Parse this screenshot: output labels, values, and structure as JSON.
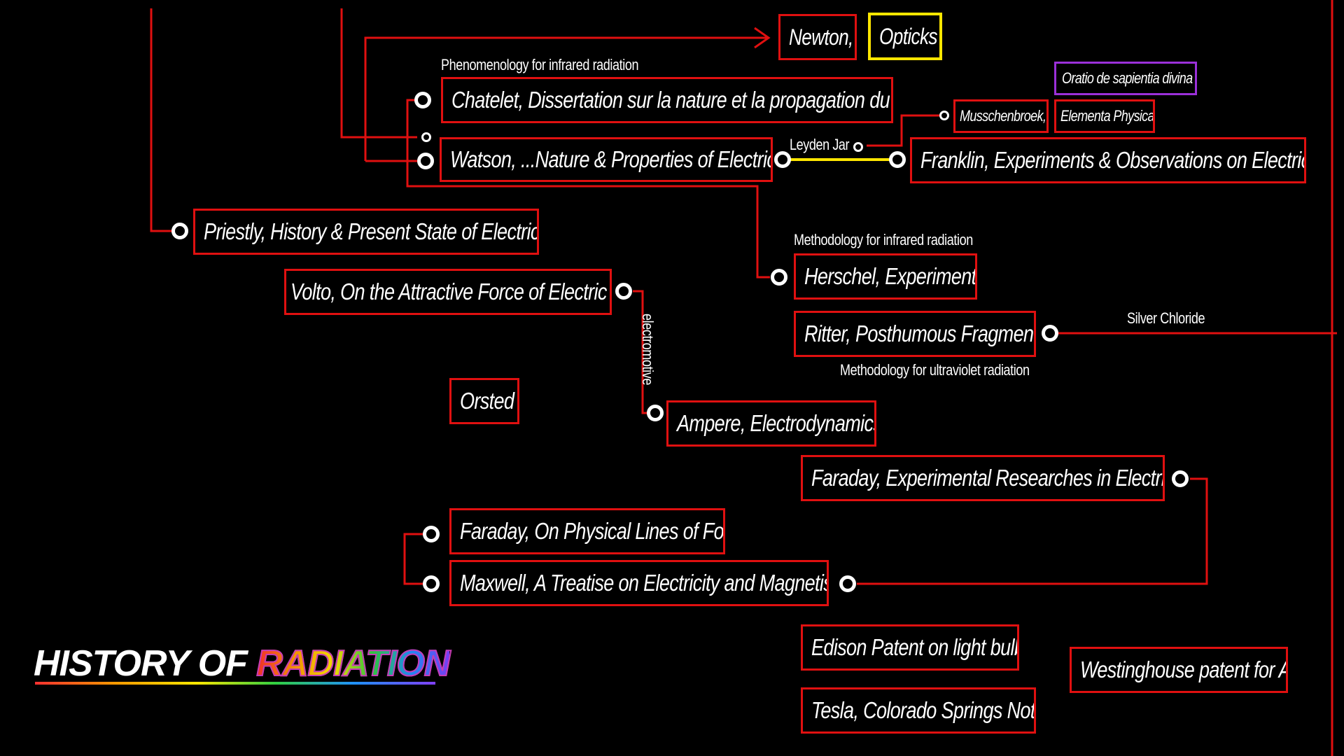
{
  "title": {
    "part1": "HISTORY OF ",
    "part2": "RADIATION"
  },
  "works": {
    "newton": "Newton,",
    "opticks": "Opticks",
    "oratio": "Oratio de sapientia divina",
    "chatelet": "Chatelet, Dissertation sur la nature et la propagation du feu",
    "musschenbroek": "Musschenbroek,",
    "elementa": "Elementa Physica",
    "watson": "Watson, ...Nature & Properties of Electricity",
    "franklin": "Franklin, Experiments & Observations on Electricity",
    "priestly": "Priestly, History & Present State of Electricity",
    "volto": "Volto, On the Attractive Force of Electric Fire",
    "herschel": "Herschel, Experiments",
    "ritter": "Ritter, Posthumous Fragments",
    "orsted": "Orsted",
    "ampere": "Ampere, Electrodynamics",
    "faraday_er": "Faraday, Experimental Researches in Electricity",
    "faraday_lines": "Faraday, On Physical Lines of Force",
    "maxwell": "Maxwell, A Treatise on Electricity and Magnetism",
    "edison": "Edison Patent on light bulb",
    "westinghouse": "Westinghouse patent for AC",
    "tesla": "Tesla, Colorado Springs Notes"
  },
  "annotations": {
    "phenomenology_ir": "Phenomenology for infrared radiation",
    "leyden_jar": "Leyden Jar",
    "methodology_ir": "Methodology for infrared radiation",
    "silver_chloride": "Silver Chloride",
    "methodology_uv": "Methodology for ultraviolet radiation",
    "electromotive": "electromotive"
  },
  "colors": {
    "background": "#000000",
    "box_border": "#e01010",
    "link_line": "#e01010",
    "highlight_yellow": "#ffe600",
    "highlight_purple": "#9b30d9",
    "text": "#ffffff"
  }
}
